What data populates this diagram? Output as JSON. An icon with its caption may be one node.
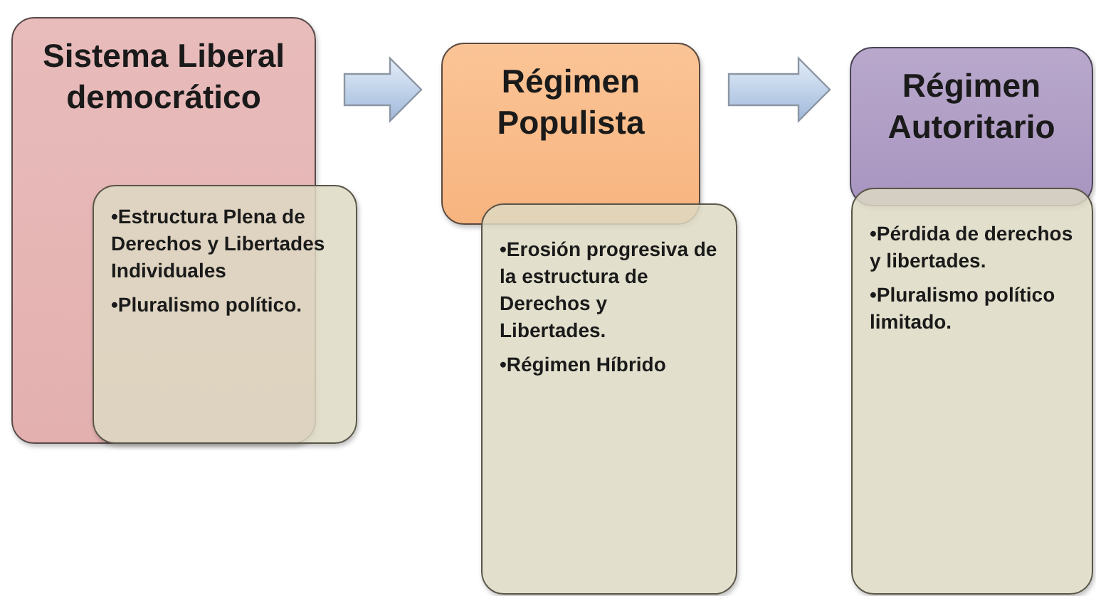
{
  "diagram": {
    "nodes": [
      {
        "text": [
          "Sistema Liberal democrático"
        ]
      },
      {
        "text": [
          "•Estructura Plena de Derechos y Libertades Individuales",
          "•Pluralismo político."
        ]
      },
      {
        "text": [
          "Régimen Populista"
        ]
      },
      {
        "text": [
          "•Erosión progresiva de la estructura de Derechos y Libertades.",
          "•Régimen Híbrido"
        ]
      },
      {
        "text": [
          "Régimen Autoritario"
        ]
      },
      {
        "text": [
          "•Pérdida de derechos y libertades.",
          "•Pluralismo político limitado."
        ]
      }
    ],
    "edges": [
      {
        "from": 0,
        "to": 2,
        "arrow": "to"
      },
      {
        "from": 2,
        "to": 4,
        "arrow": "to"
      }
    ]
  }
}
